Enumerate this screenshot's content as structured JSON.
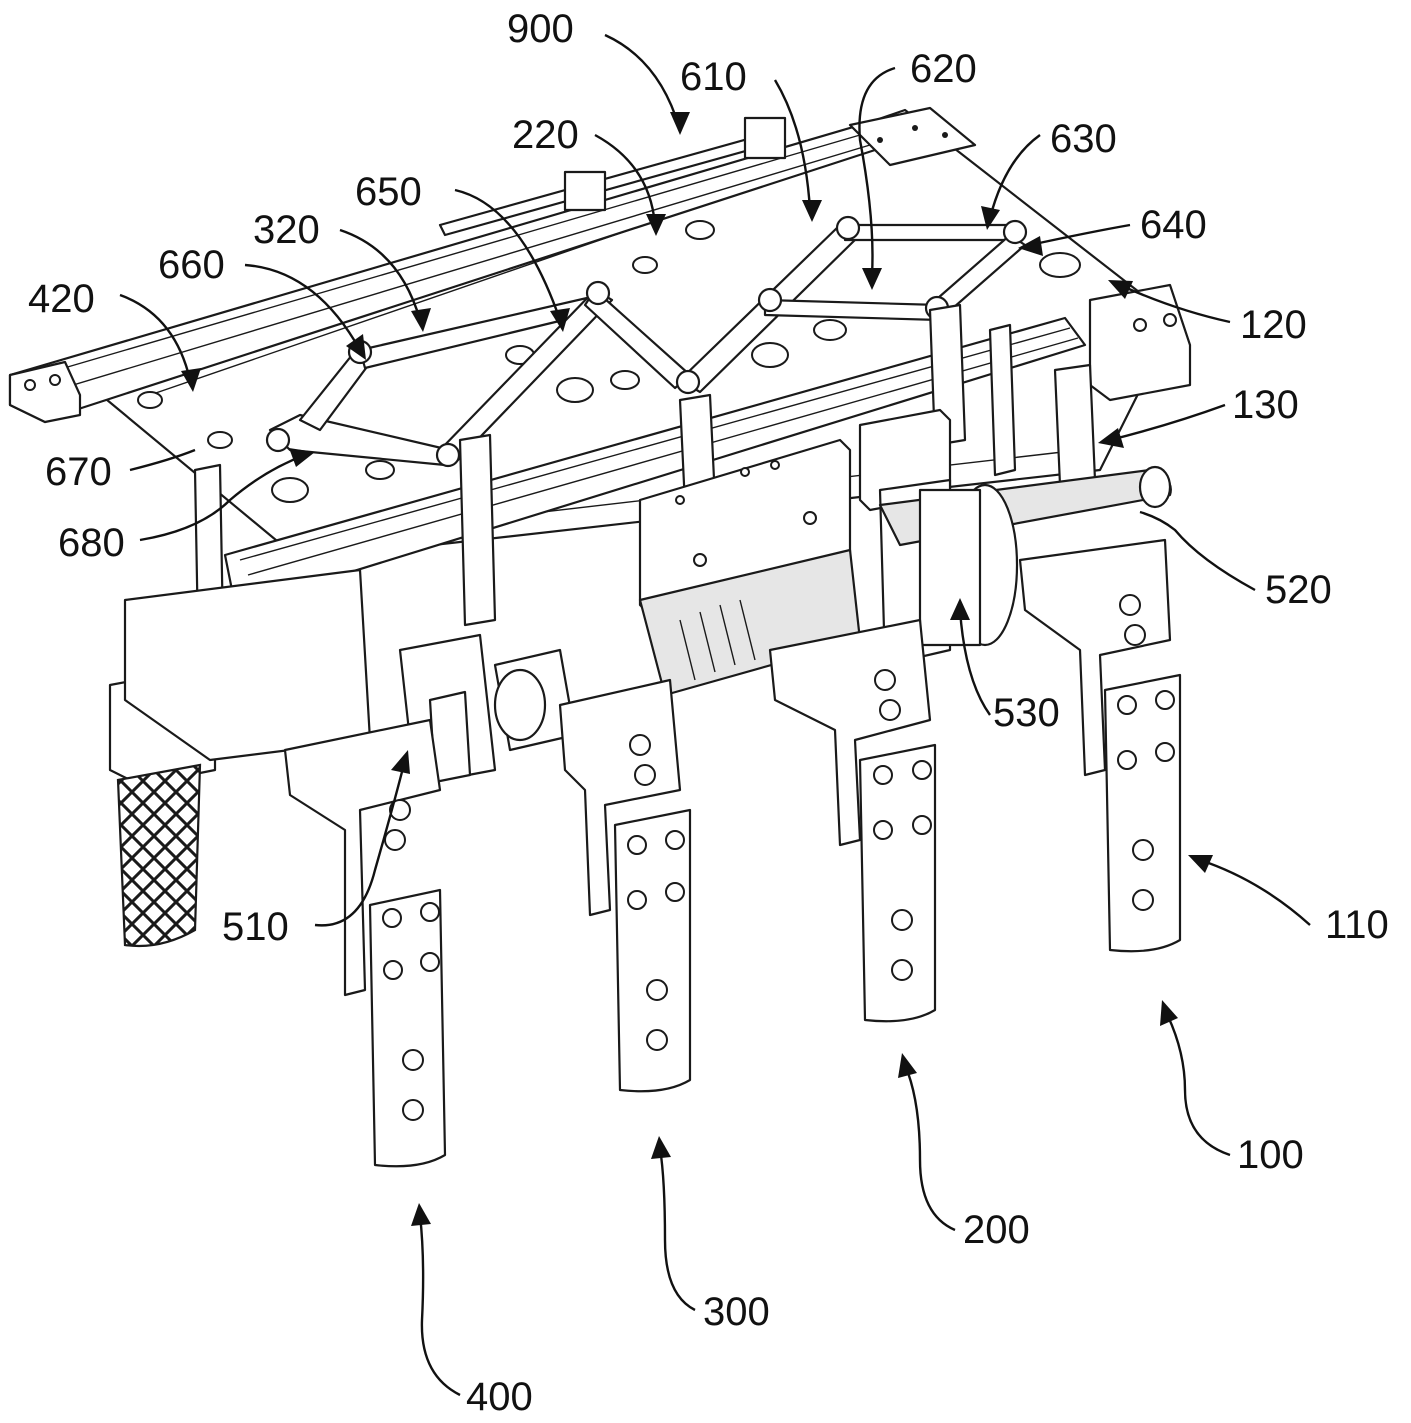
{
  "figure": {
    "labels": [
      {
        "id": "900",
        "text": "900"
      },
      {
        "id": "610",
        "text": "610"
      },
      {
        "id": "620",
        "text": "620"
      },
      {
        "id": "220",
        "text": "220"
      },
      {
        "id": "630",
        "text": "630"
      },
      {
        "id": "650",
        "text": "650"
      },
      {
        "id": "640",
        "text": "640"
      },
      {
        "id": "320",
        "text": "320"
      },
      {
        "id": "660",
        "text": "660"
      },
      {
        "id": "420",
        "text": "420"
      },
      {
        "id": "120",
        "text": "120"
      },
      {
        "id": "130",
        "text": "130"
      },
      {
        "id": "670",
        "text": "670"
      },
      {
        "id": "680",
        "text": "680"
      },
      {
        "id": "520",
        "text": "520"
      },
      {
        "id": "530",
        "text": "530"
      },
      {
        "id": "510",
        "text": "510"
      },
      {
        "id": "110",
        "text": "110"
      },
      {
        "id": "100",
        "text": "100"
      },
      {
        "id": "200",
        "text": "200"
      },
      {
        "id": "300",
        "text": "300"
      },
      {
        "id": "400",
        "text": "400"
      }
    ]
  }
}
